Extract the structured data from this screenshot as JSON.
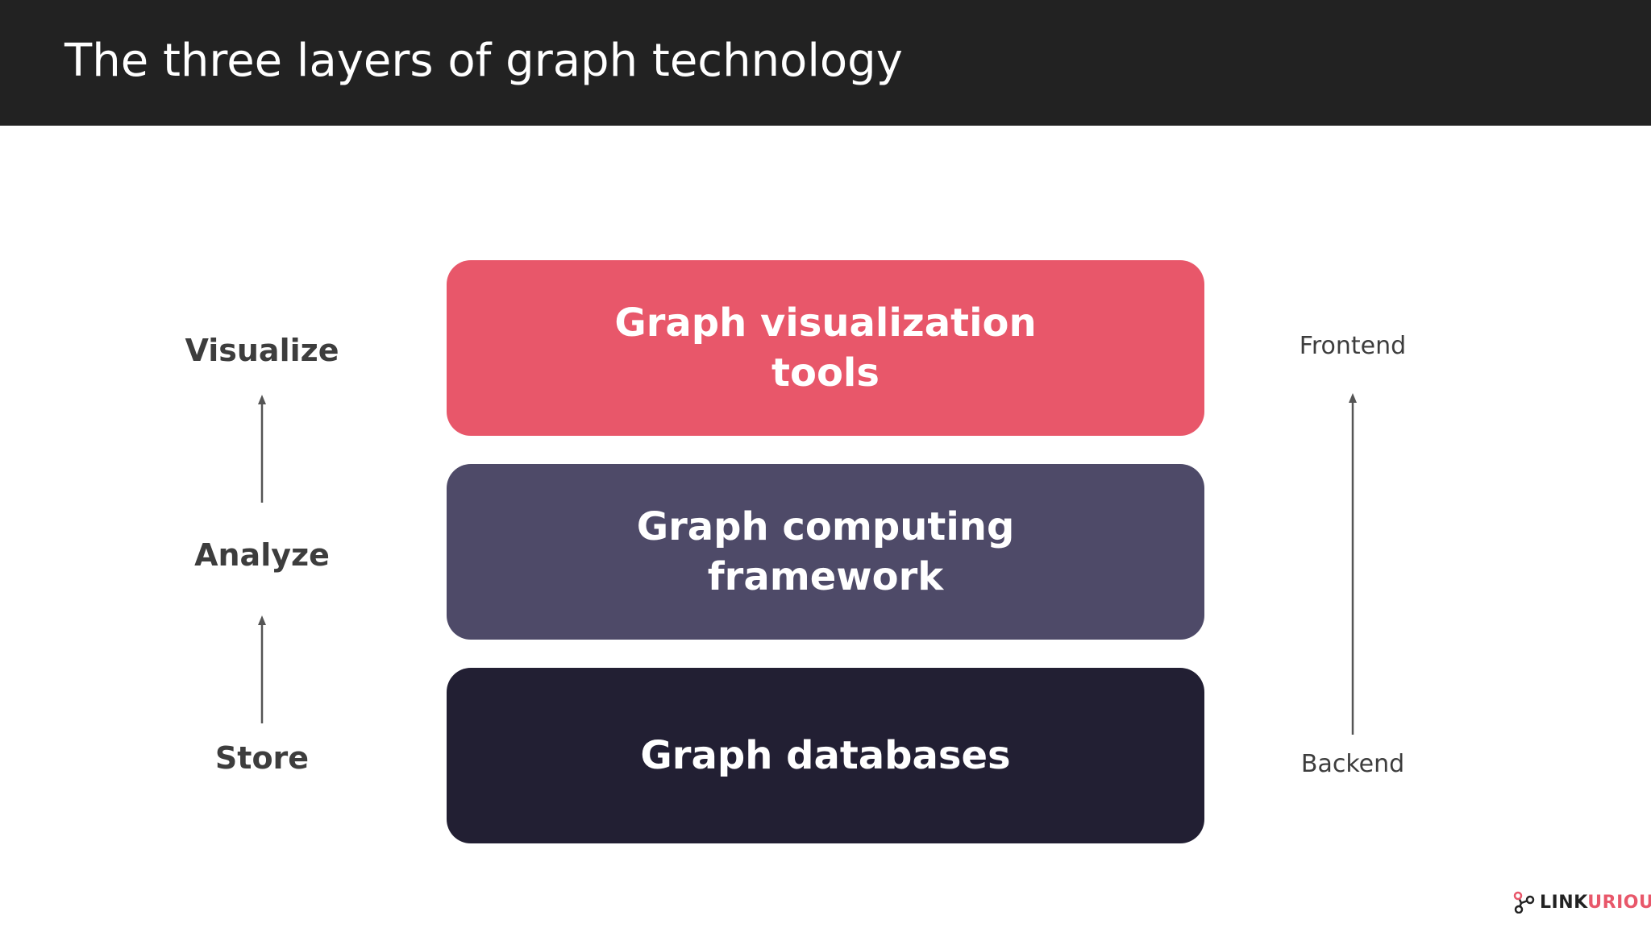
{
  "title": "The three layers of graph technology",
  "colors": {
    "title_bar": "#222222",
    "layer_visualization": "#e8576a",
    "layer_computing": "#4e4a68",
    "layer_databases": "#221f33",
    "text_dark": "#3d3d3d",
    "arrow": "#555555",
    "brand_accent": "#e8576a"
  },
  "layers": [
    {
      "label": "Graph visualization tools"
    },
    {
      "label": "Graph computing framework"
    },
    {
      "label": "Graph databases"
    }
  ],
  "stages": {
    "visualize": "Visualize",
    "analyze": "Analyze",
    "store": "Store"
  },
  "side_axis": {
    "top": "Frontend",
    "bottom": "Backend"
  },
  "logo": {
    "icon": "graph-nodes-icon",
    "part1": "LINK",
    "part2": "URIOUS"
  }
}
